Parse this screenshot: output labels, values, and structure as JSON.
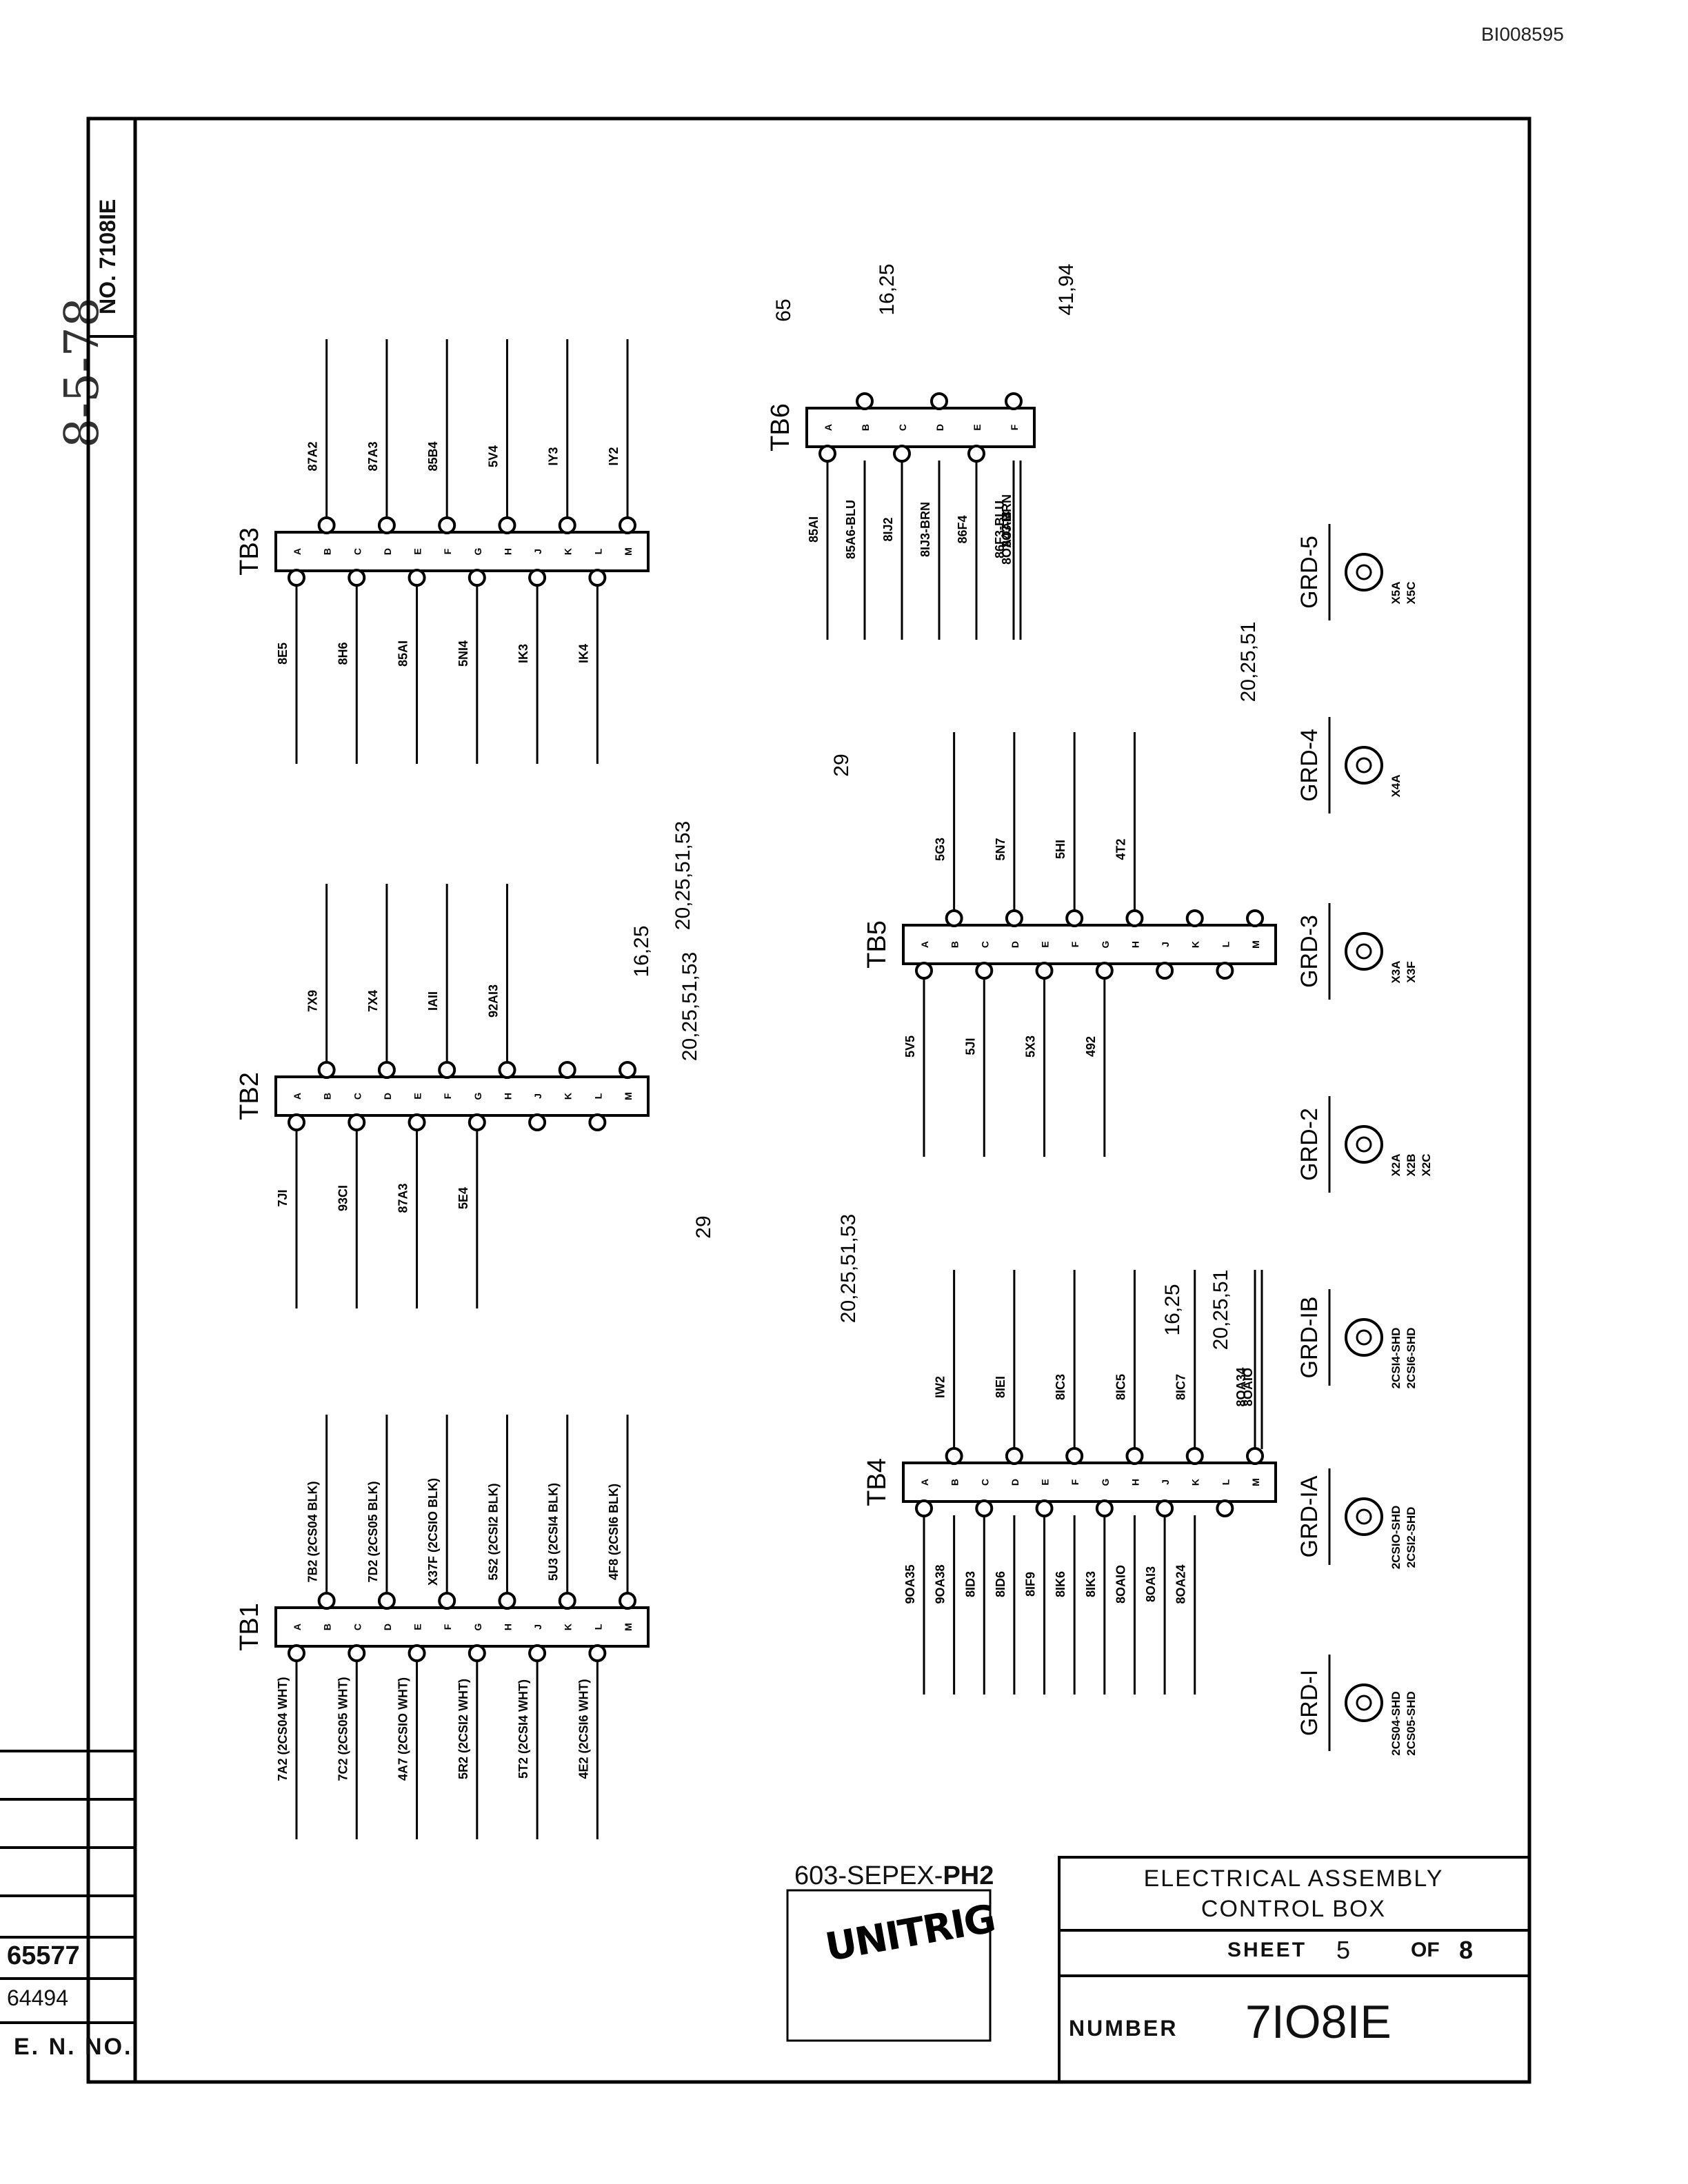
{
  "document": {
    "bates_number": "BI008595",
    "handwritten_date": "8-5-78",
    "doc_number_vertical": "NO. 7108IE",
    "project": {
      "prefix": "603-SEPEX-",
      "suffix": "PH2"
    },
    "logo_text": "UNITRIG",
    "title_line1": "ELECTRICAL  ASSEMBLY",
    "title_line2": "CONTROL  BOX",
    "sheet_label": "SHEET",
    "sheet_number": "5",
    "of_label": "OF",
    "sheet_total": "8",
    "number_label": "NUMBER",
    "number_value": "7IO8IE",
    "revision_numbers": [
      "65577",
      "64494"
    ],
    "en_no_label": "E. N. NO."
  },
  "diagram": {
    "pin_letters": [
      "A",
      "B",
      "C",
      "D",
      "E",
      "F",
      "G",
      "H",
      "J",
      "K",
      "L",
      "M"
    ],
    "pin_letters_tb6": [
      "A",
      "B",
      "C",
      "D",
      "E",
      "F"
    ],
    "terminal_boards": [
      {
        "label": "TB3",
        "left_wires": [
          "8E5",
          "8H6",
          "85AI",
          "5NI4",
          "IK3",
          "IK4"
        ],
        "right_wires": [
          "87A2",
          "87A3",
          "85B4",
          "5V4",
          "IY3",
          "IY2"
        ]
      },
      {
        "label": "TB2",
        "left_wires": [
          "7JI",
          "93CI",
          "87A3",
          "5E4"
        ],
        "right_wires": [
          "7X9",
          "7X4",
          "IAII",
          "92AI3"
        ]
      },
      {
        "label": "TB1",
        "left_wires": [
          "7A2 (2CS04 WHT)",
          "7C2 (2CS05 WHT)",
          "4A7 (2CSIO WHT)",
          "5R2 (2CSI2 WHT)",
          "5T2 (2CSI4 WHT)",
          "4E2 (2CSI6 WHT)"
        ],
        "right_wires": [
          "7B2 (2CS04 BLK)",
          "7D2 (2CS05 BLK)",
          "X37F (2CSIO BLK)",
          "5S2 (2CSI2 BLK)",
          "5U3 (2CSI4 BLK)",
          "4F8 (2CSI6 BLK)"
        ]
      },
      {
        "label": "TB6",
        "left_wires": [
          "85AI",
          "85A6-BLU",
          "8IJ2",
          "8IJ3-BRN",
          "86F4",
          "86F3-BLU",
          "8OAI3",
          "8OAI4",
          "8OA43-BRN"
        ],
        "right_wires": []
      },
      {
        "label": "TB5",
        "left_wires": [
          "5V5",
          "5JI",
          "5X3",
          "492"
        ],
        "right_wires": [
          "5G3",
          "5N7",
          "5HI",
          "4T2"
        ]
      },
      {
        "label": "TB4",
        "left_wires": [
          "9OA35",
          "9OA38",
          "8ID3",
          "8ID6",
          "8IF9",
          "8IK6",
          "8IK3",
          "8OAIO",
          "8OAI3",
          "8OA24"
        ],
        "right_wires": [
          "IW2",
          "8IEI",
          "8IC3",
          "8IC5",
          "8IC7",
          "8OA34",
          "8OAIO"
        ]
      }
    ],
    "callouts": [
      "65",
      "16,25",
      "41,94",
      "20,25,51,53",
      "16,25",
      "20,25,51,53",
      "29",
      "29",
      "20,25,51,53",
      "16,25",
      "20,25,51",
      "20,25,51"
    ],
    "grounds": [
      {
        "label": "GRD-5",
        "wires": [
          "X5A",
          "X5C"
        ]
      },
      {
        "label": "GRD-4",
        "wires": [
          "X4A"
        ]
      },
      {
        "label": "GRD-3",
        "wires": [
          "X3A",
          "X3F"
        ]
      },
      {
        "label": "GRD-2",
        "wires": [
          "X2A",
          "X2B",
          "X2C"
        ]
      },
      {
        "label": "GRD-IB",
        "wires": [
          "2CSI4-SHD",
          "2CSI6-SHD"
        ]
      },
      {
        "label": "GRD-IA",
        "wires": [
          "2CSIO-SHD",
          "2CSI2-SHD"
        ]
      },
      {
        "label": "GRD-I",
        "wires": [
          "2CS04-SHD",
          "2CS05-SHD"
        ]
      }
    ]
  }
}
